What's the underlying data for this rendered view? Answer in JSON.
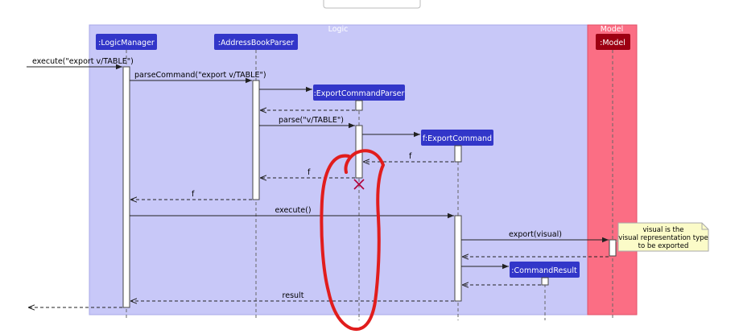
{
  "boxes": {
    "logic": "Logic",
    "model": "Model"
  },
  "participants": {
    "logic_manager": ":LogicManager",
    "parser": ":AddressBookParser",
    "export_parser": ":ExportCommandParser",
    "export_command": "f:ExportCommand",
    "command_result": ":CommandResult",
    "model": ":Model"
  },
  "messages": {
    "m1": "execute(\"export v/TABLE\")",
    "m2": "parseCommand(\"export v/TABLE\")",
    "m3": "parse(\"v/TABLE\")",
    "m4": "f",
    "m5": "f",
    "m6": "f",
    "m7": "execute()",
    "m8": "export(visual)",
    "m9": "result"
  },
  "note": {
    "line1": "visual is the",
    "line2": "visual representation type",
    "line3": "to be exported"
  },
  "colors": {
    "logic_box": "#c8c8f8",
    "model_box": "#fb6e84",
    "logic_participant": "#3236c9",
    "model_participant": "#9d0012",
    "annotation": "#e11d1d",
    "note": "#fbfbc8"
  }
}
